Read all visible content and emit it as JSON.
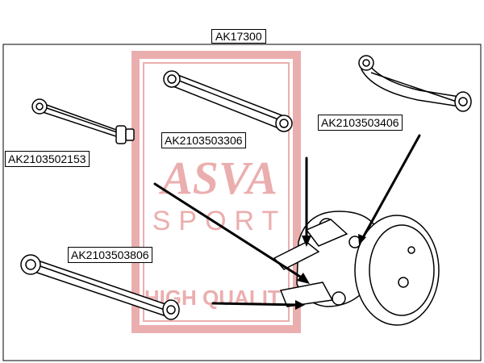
{
  "diagram": {
    "title": "AK17300",
    "parts": [
      {
        "id": "AK2103502153"
      },
      {
        "id": "AK2103503306"
      },
      {
        "id": "AK2103503406"
      },
      {
        "id": "AK2103503806"
      }
    ]
  },
  "watermark": {
    "brand": "ASVA",
    "sub": "SPORT",
    "tagline": "HIGH QUALITY",
    "color": "#e8a0a0"
  },
  "colors": {
    "line": "#000000",
    "background": "#ffffff",
    "watermark": "#e8a0a0"
  }
}
